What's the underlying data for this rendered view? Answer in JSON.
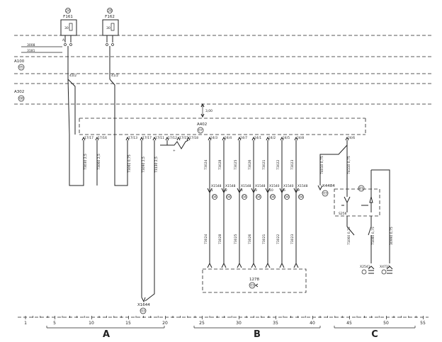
{
  "fuses": [
    {
      "id": "F161",
      "circle": "24"
    },
    {
      "id": "F162",
      "circle": "28"
    }
  ],
  "upper_labels": {
    "w1": "3008",
    "w2": "3181",
    "a100": "A100",
    "a100_circle": "05",
    "a302": "A302",
    "a302_circle": "08",
    "a402": "A402",
    "a402_circle": "07",
    "distance": "3,00"
  },
  "left_group": {
    "top_pins": [
      "43/2",
      "41/2"
    ],
    "pins": [
      "17/17",
      "17/16",
      "17/13",
      "17/17",
      "17/11",
      "17/12",
      "17/15",
      "17/18"
    ],
    "wires": [
      "73030 2,5",
      "73060 2,5",
      "73061 0,75",
      "73090 2,5",
      "73130 2,5"
    ],
    "connector": "X1644",
    "connector_circle": "03"
  },
  "mid_group": {
    "pins": [
      "24/3",
      "24/4",
      "24/7",
      "24/1",
      "24/2",
      "24/5",
      "24/8"
    ],
    "wires_top": [
      "73024",
      "73028",
      "73025",
      "73026",
      "73021",
      "73022",
      "73023"
    ],
    "wires_bottom": [
      "73024",
      "73028",
      "73025",
      "73026",
      "73021",
      "73022",
      "73023"
    ],
    "connectors": [
      "X1548",
      "X1548",
      "X1548",
      "X1548",
      "X1540",
      "X1540",
      "X1548"
    ],
    "conn_pins": [
      "1",
      "2",
      "4",
      "3",
      "10",
      "6",
      "9"
    ],
    "conn_circles": [
      "04",
      "04",
      "04",
      "04",
      "04",
      "04",
      "04"
    ],
    "module": "1278",
    "module_circle": "03"
  },
  "right_group": {
    "pin": "24/6",
    "wire1": "74010 0,75",
    "wire2": "74110 0,75",
    "connector": "X4484",
    "connector_circle": "03",
    "switch": "S256",
    "switch_circle": "01",
    "wire3": "71060 0,75",
    "wire4": "71080 0,75",
    "wire5": "30990 0,75",
    "plug1": "X2541",
    "plug2": "X4732"
  },
  "scale": {
    "ticks": [
      "1",
      "5",
      "10",
      "15",
      "20",
      "25",
      "30",
      "35",
      "40",
      "45",
      "50",
      "55"
    ],
    "sections": [
      "A",
      "B",
      "C"
    ]
  }
}
